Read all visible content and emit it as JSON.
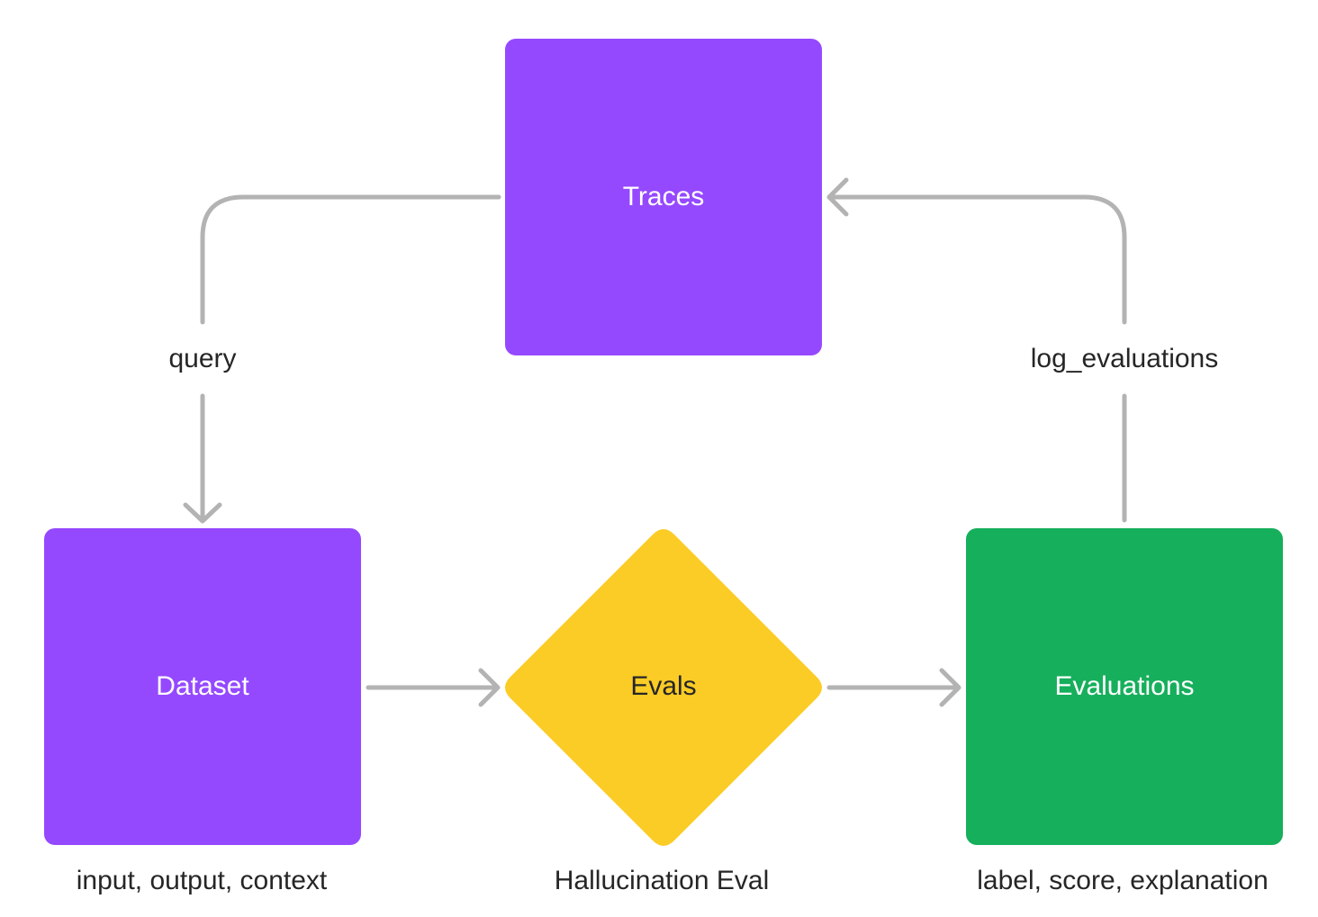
{
  "colors": {
    "purple": "#9549FF",
    "yellow": "#FCCC26",
    "green": "#16AF5C",
    "connector": "#B3B3B3",
    "text_dark": "#262626",
    "text_light": "#FFFFFF"
  },
  "nodes": {
    "traces": {
      "label": "Traces"
    },
    "dataset": {
      "label": "Dataset",
      "caption": "input, output, context"
    },
    "evals": {
      "label": "Evals",
      "caption": "Hallucination Eval"
    },
    "evaluations": {
      "label": "Evaluations",
      "caption": "label, score, explanation"
    }
  },
  "edges": {
    "traces_to_dataset": {
      "label": "query"
    },
    "evaluations_to_traces": {
      "label": "log_evaluations"
    }
  }
}
